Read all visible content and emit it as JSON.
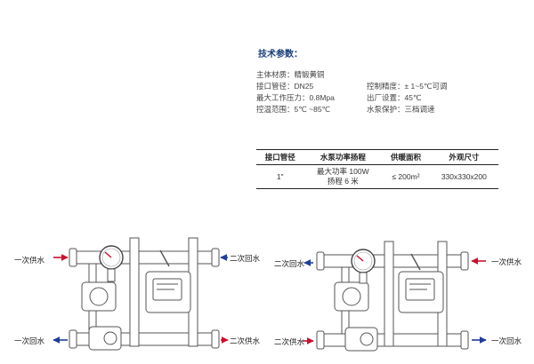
{
  "section": {
    "title": "技术参数："
  },
  "specs_left": [
    "主体材质：精锻黄铜",
    "接口管径：DN25",
    "最大工作压力：0.8Mpa",
    "控温范围：5℃ ~85℃"
  ],
  "specs_right": [
    "控制精度：± 1~5℃可调",
    "出厂设置：45℃",
    "水泵保护：三档调速"
  ],
  "table": {
    "headers": [
      "接口管径",
      "水泵功率扬程",
      "供暖面积",
      "外观尺寸"
    ],
    "row": {
      "diameter": "1\"",
      "pump_line1": "最大功率 100W",
      "pump_line2": "扬程 6 米",
      "area": "≤ 200m²",
      "size": "330x330x200"
    }
  },
  "diagram_left": {
    "top_left": "一次供水",
    "bottom_left": "一次回水",
    "top_right": "二次回水",
    "bottom_right": "二次供水"
  },
  "diagram_right": {
    "top_left": "二次回水",
    "bottom_left": "二次供水",
    "top_right": "一次供水",
    "bottom_right": "一次回水"
  },
  "colors": {
    "supply": "#c8102e",
    "return": "#1f3d99",
    "title": "#1c3f7a"
  }
}
